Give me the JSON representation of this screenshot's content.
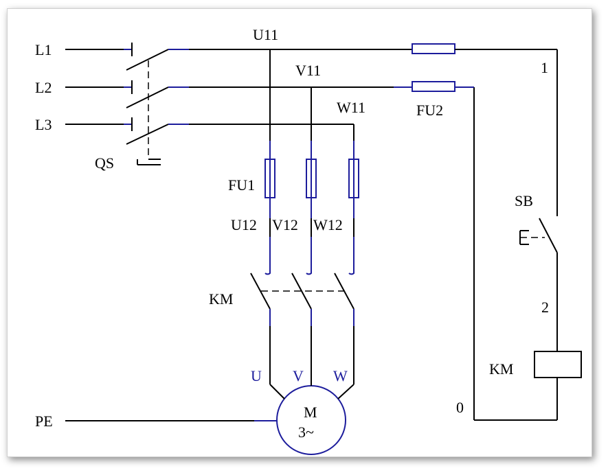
{
  "labels": {
    "l1": "L1",
    "l2": "L2",
    "l3": "L3",
    "qs": "QS",
    "pe": "PE",
    "u11": "U11",
    "v11": "V11",
    "w11": "W11",
    "fu1": "FU1",
    "fu2": "FU2",
    "u12": "U12",
    "v12": "V12",
    "w12": "W12",
    "km_main": "KM",
    "u": "U",
    "v": "V",
    "w": "W",
    "motor_m": "M",
    "motor_phase": "3~",
    "sb": "SB",
    "node1": "1",
    "node2": "2",
    "node0": "0",
    "km_coil": "KM"
  },
  "colors": {
    "wire": "#000000",
    "component": "#1c1c9c"
  }
}
